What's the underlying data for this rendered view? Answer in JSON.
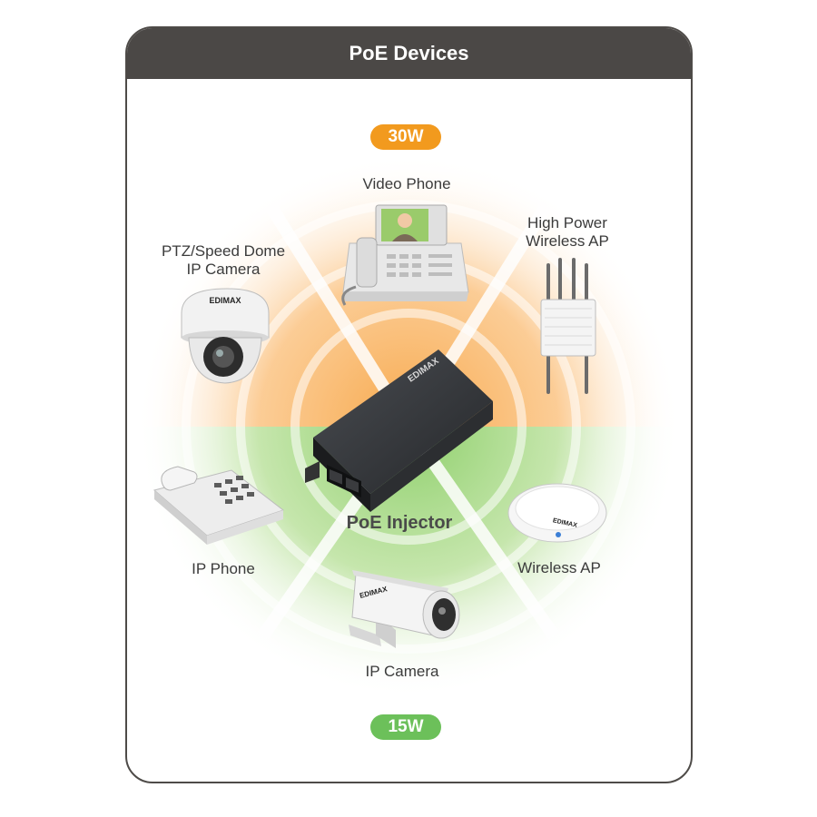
{
  "header": {
    "title": "PoE Devices"
  },
  "badges": {
    "top": "30W",
    "bottom": "15W"
  },
  "colors": {
    "header_bg": "#4b4846",
    "orange": "#f29a1e",
    "green": "#6cc05a",
    "orange_glow": "#fbc78a",
    "green_glow": "#bfe3a3"
  },
  "center": {
    "label": "PoE Injector",
    "logo": "EDIMAX"
  },
  "devices": {
    "video_phone": {
      "label": "Video Phone",
      "icon": "video-phone-icon"
    },
    "ptz_camera": {
      "label_line1": "PTZ/Speed Dome",
      "label_line2": "IP Camera",
      "icon": "dome-camera-icon",
      "logo": "EDIMAX"
    },
    "high_power_ap": {
      "label_line1": "High Power",
      "label_line2": "Wireless AP",
      "icon": "outdoor-ap-icon"
    },
    "ip_phone": {
      "label": "IP Phone",
      "icon": "desk-phone-icon"
    },
    "wireless_ap": {
      "label": "Wireless AP",
      "icon": "ceiling-ap-icon",
      "logo": "EDIMAX"
    },
    "ip_camera": {
      "label": "IP Camera",
      "icon": "bullet-camera-icon",
      "logo": "EDIMAX"
    }
  }
}
